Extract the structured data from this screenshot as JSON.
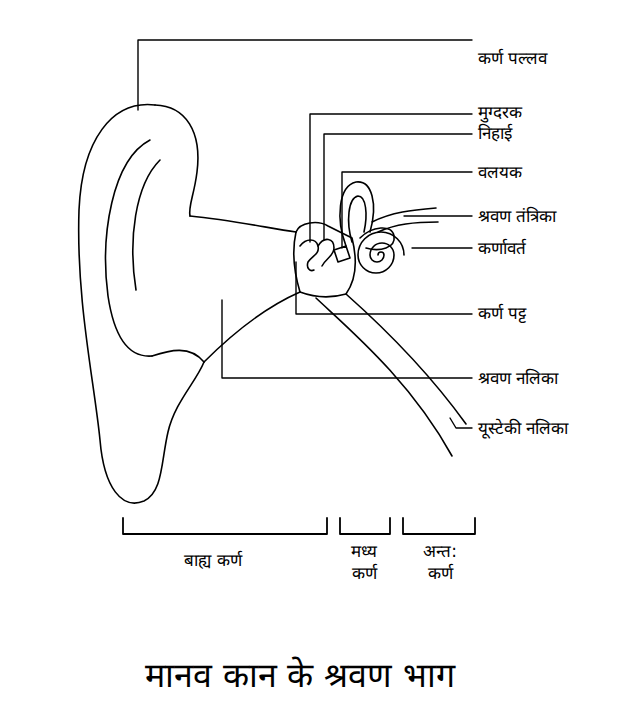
{
  "diagram": {
    "caption": "मानव कान के श्रवण भाग",
    "labels": [
      "कर्ण पल्लव",
      "मुग्दरक",
      "निहाई",
      "वलयक",
      "श्रवण तंत्रिका",
      "कर्णावर्त",
      "कर्ण पट्ट",
      "श्रवण नलिका",
      "यूस्टेकी नलिका",
      "बाह्य कर्ण",
      "मध्य कर्ण",
      "अन्त: कर्ण"
    ]
  }
}
